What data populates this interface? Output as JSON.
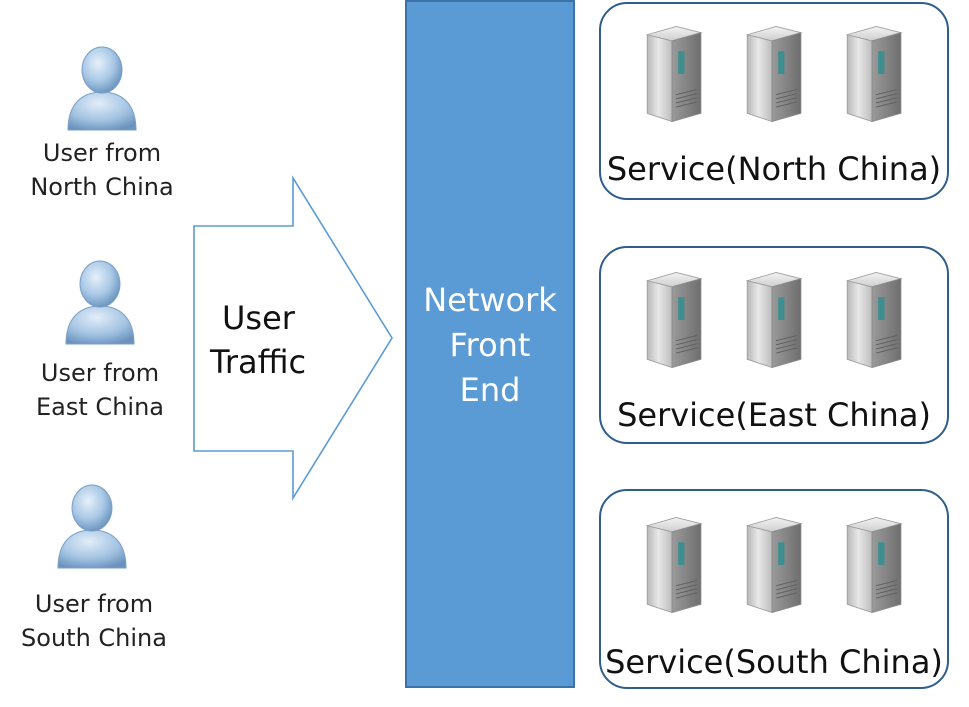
{
  "users": [
    {
      "line1": "User from",
      "line2": "North China"
    },
    {
      "line1": "User from",
      "line2": "East China"
    },
    {
      "line1": "User from",
      "line2": "South China"
    }
  ],
  "traffic": {
    "line1": "User",
    "line2": "Traffic"
  },
  "front_end": {
    "line1": "Network",
    "line2": "Front",
    "line3": "End"
  },
  "regions": [
    {
      "label": "Service(North China)",
      "servers": 3
    },
    {
      "label": "Service(East China)",
      "servers": 3
    },
    {
      "label": "Service(South China)",
      "servers": 3
    }
  ],
  "colors": {
    "front_end_fill": "#5b9bd5",
    "arrow_stroke": "#5b9bd5",
    "region_border": "#2f5d8c"
  },
  "icons": {
    "user": "user-icon",
    "server": "server-icon"
  }
}
